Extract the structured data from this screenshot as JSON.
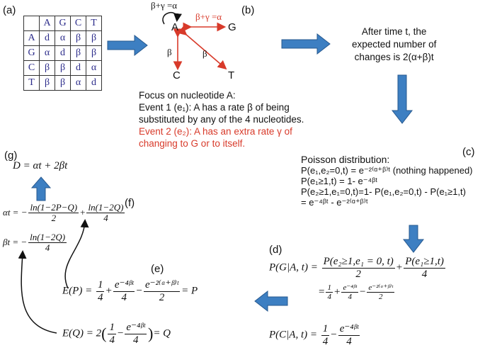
{
  "labels": {
    "a": "(a)",
    "b": "(b)",
    "c": "(c)",
    "d": "(d)",
    "e": "(e)",
    "f": "(f)",
    "g": "(g)"
  },
  "matrix": {
    "header": [
      "",
      "A",
      "G",
      "C",
      "T"
    ],
    "rows": [
      [
        "A",
        "d",
        "α",
        "β",
        "β"
      ],
      [
        "G",
        "α",
        "d",
        "β",
        "β"
      ],
      [
        "C",
        "β",
        "β",
        "d",
        "α"
      ],
      [
        "T",
        "β",
        "β",
        "α",
        "d"
      ]
    ]
  },
  "diagram": {
    "nodes": {
      "A": "A",
      "G": "G",
      "C": "C",
      "T": "T"
    },
    "self_loop_label": "β+γ =α",
    "ag_label": "β+γ =α",
    "ac_label": "β",
    "at_label": "β",
    "colors": {
      "red": "#d83a2a",
      "arrow_blue": "#3d7fc2",
      "black": "#111111"
    }
  },
  "text_b": {
    "line1": "Focus on nucleotide A:",
    "line2": "Event 1 (e₁): A has a rate β of being",
    "line3": "substituted  by any of the 4 nucleotides.",
    "line4": "Event 2 (e₂): A has an extra rate γ of",
    "line5": "changing to G or to itself."
  },
  "text_top_right": {
    "line1": "After time t, the",
    "line2": "expected number of",
    "line3": "changes is 2(α+β)t"
  },
  "text_c": {
    "title": "Poisson distribution:",
    "line1": "P(e₁,e₂=0,t) = e⁻²⁽ᵅ⁺ᵝ⁾ᵗ (nothing happened)",
    "line2": "P(e₁≥1,t) = 1- e⁻⁴ᵝᵗ",
    "line3": "P(e₂≥1,e₁=0,t)=1- P(e₁,e₂=0,t) - P(e₁≥1,t)",
    "line4": "= e⁻⁴ᵝᵗ - e⁻²⁽ᵅ⁺ᵝ⁾ᵗ"
  },
  "eq_d": {
    "lhs": "P(G|A, t) = ",
    "f1_num": "P(e₂≥1,e₁ = 0, t)",
    "f1_den": "2",
    "plus": "+",
    "f2_num": "P(e₁≥1,t)",
    "f2_den": "4",
    "l2_eq": "=",
    "l2_f1_num": "1",
    "l2_f1_den": "4",
    "l2_plus": "+",
    "l2_f2_num": "e⁻⁴ᵝᵗ",
    "l2_f2_den": "4",
    "l2_minus": "−",
    "l2_f3_num": "e⁻²⁽ᵅ⁺ᵝ⁾ᵗ",
    "l2_f3_den": "2",
    "pc_lhs": "P(C|A, t) = ",
    "pc_f1_num": "1",
    "pc_f1_den": "4",
    "pc_minus": "−",
    "pc_f2_num": "e⁻⁴ᵝᵗ",
    "pc_f2_den": "4"
  },
  "eq_e": {
    "ep_lhs": "E(P) = ",
    "ep_f1_num": "1",
    "ep_f1_den": "4",
    "ep_plus": "+",
    "ep_f2_num": "e⁻⁴ᵝᵗ",
    "ep_f2_den": "4",
    "ep_minus": "−",
    "ep_f3_num": "e⁻²⁽ᵅ⁺ᵝ⁾ᵗ",
    "ep_f3_den": "2",
    "ep_rhs": "= P",
    "eq_lhs": "E(Q) = 2",
    "eq_open": "(",
    "eq_f1_num": "1",
    "eq_f1_den": "4",
    "eq_minus": "−",
    "eq_f2_num": "e⁻⁴ᵝᵗ",
    "eq_f2_den": "4",
    "eq_close": ")",
    "eq_rhs": "= Q"
  },
  "eq_f": {
    "at_lhs": "αt = −",
    "at_f1_num": "ln(1−2P−Q)",
    "at_f1_den": "2",
    "at_plus": "+",
    "at_f2_num": "ln(1−2Q)",
    "at_f2_den": "4",
    "bt_lhs": "βt = −",
    "bt_f_num": "ln(1−2Q)",
    "bt_f_den": "4"
  },
  "eq_g": {
    "text": "D = αt + 2βt"
  }
}
